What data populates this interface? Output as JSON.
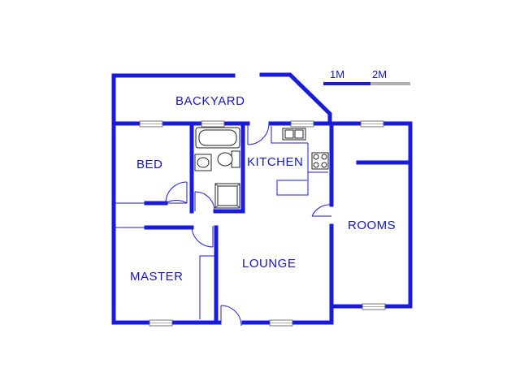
{
  "rooms": {
    "backyard": "BACKYARD",
    "bed": "BED",
    "kitchen": "KITCHEN",
    "rooms": "ROOMS",
    "lounge": "LOUNGE",
    "master": "MASTER"
  },
  "scale": {
    "one": "1M",
    "two": "2M"
  },
  "colors": {
    "wall": "#1a1adb",
    "label": "#1515c8",
    "scale_bar_secondary": "#b0b0b0"
  }
}
